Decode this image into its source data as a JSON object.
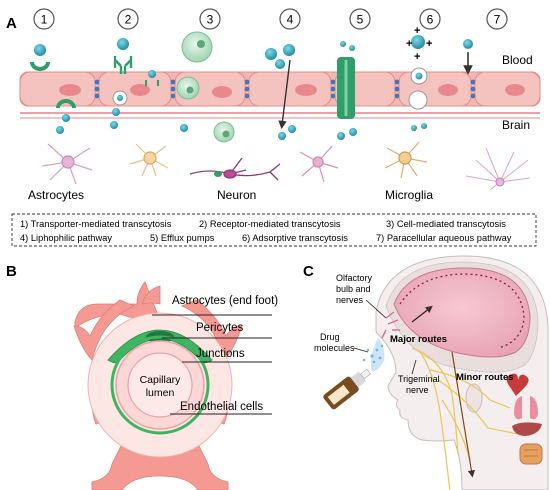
{
  "panel_a": {
    "letter": "A",
    "step_numbers": [
      "1",
      "2",
      "3",
      "4",
      "5",
      "6",
      "7"
    ],
    "blood_label": "Blood",
    "brain_label": "Brain",
    "cell_labels": {
      "astrocytes": "Astrocytes",
      "neuron": "Neuron",
      "microglia": "Microglia"
    },
    "legend": [
      "1) Transporter-mediated transcytosis",
      "2) Receptor-mediated transcytosis",
      "3) Cell-mediated transcytosis",
      "4) Liphophilic pathway",
      "5) Efflux pumps",
      "6) Adsorptive transcytosis",
      "7) Paracellular aqueous pathway"
    ]
  },
  "panel_b": {
    "letter": "B",
    "labels": {
      "astrocytes": "Astrocytes (end foot)",
      "pericytes": "Pericytes",
      "junctions": "Junctions",
      "endothelial": "Endothelial cells",
      "lumen_line1": "Capillary",
      "lumen_line2": "lumen"
    }
  },
  "panel_c": {
    "letter": "C",
    "labels": {
      "olfactory_line1": "Olfactory",
      "olfactory_line2": "bulb and",
      "olfactory_line3": "nerves",
      "drug_line1": "Drug",
      "drug_line2": "molecules",
      "major_routes": "Major routes",
      "trigeminal_line1": "Trigeminal",
      "trigeminal_line2": "nerve",
      "minor_routes": "Minor routes"
    }
  }
}
